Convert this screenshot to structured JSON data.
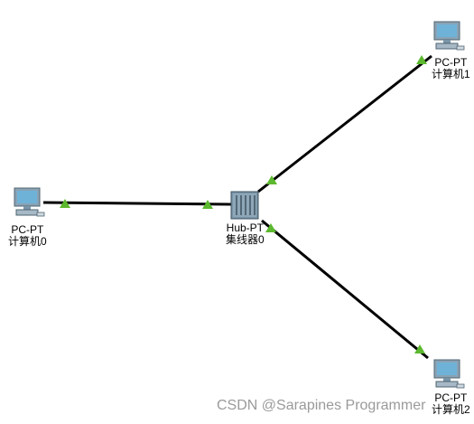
{
  "devices": [
    {
      "id": "pc0",
      "model": "PC-PT",
      "name": "计算机0",
      "icon": "pc-icon"
    },
    {
      "id": "hub0",
      "model": "Hub-PT",
      "name": "集线器0",
      "icon": "hub-icon"
    },
    {
      "id": "pc1",
      "model": "PC-PT",
      "name": "计算机1",
      "icon": "pc-icon"
    },
    {
      "id": "pc2",
      "model": "PC-PT",
      "name": "计算机2",
      "icon": "pc-icon"
    }
  ],
  "links": [
    {
      "from": "pc0",
      "to": "hub0",
      "status": "up"
    },
    {
      "from": "hub0",
      "to": "pc1",
      "status": "up"
    },
    {
      "from": "hub0",
      "to": "pc2",
      "status": "up"
    }
  ],
  "colors": {
    "link": "#000000",
    "link_up_indicator": "#5cb82e",
    "device_body": "#7a95a8",
    "screen": "#6fb2d8"
  },
  "watermark": "CSDN @Sarapines Programmer"
}
